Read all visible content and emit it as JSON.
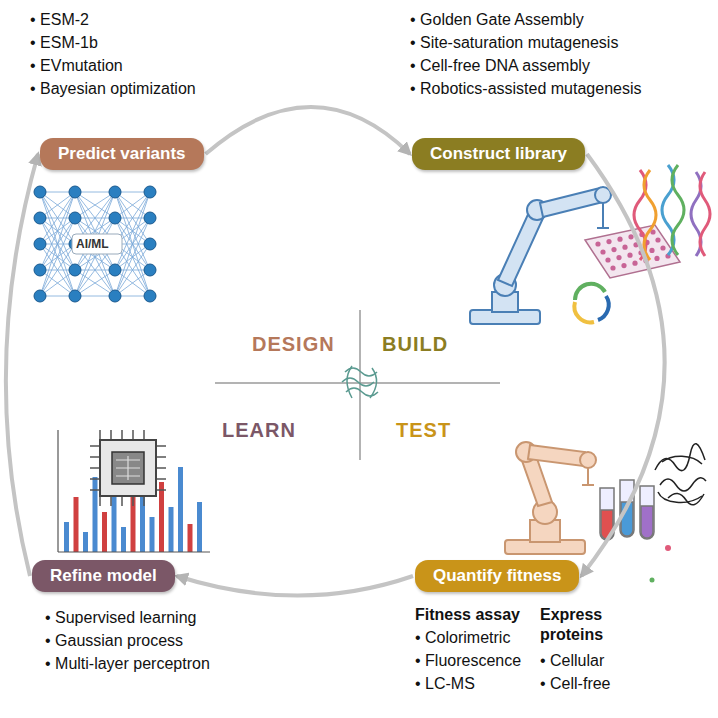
{
  "diagram": {
    "nodes": [
      {
        "text": [
          "Predict variants"
        ]
      },
      {
        "text": [
          "Construct library"
        ]
      },
      {
        "text": [
          "Quantify fitness"
        ]
      },
      {
        "text": [
          "Refine model"
        ]
      }
    ],
    "edges": [
      {
        "from": 0,
        "to": 1,
        "arrow": "to"
      },
      {
        "from": 1,
        "to": 2,
        "arrow": "to"
      },
      {
        "from": 2,
        "to": 3,
        "arrow": "to"
      },
      {
        "from": 3,
        "to": 0,
        "arrow": "to"
      }
    ],
    "labels": [
      "• ESM-2",
      "• ESM-1b",
      "• EVmutation",
      "• Bayesian optimization",
      "• Golden Gate Assembly",
      "• Site-saturation mutagenesis",
      "• Cell-free DNA assembly",
      "• Robotics-assisted mutagenesis",
      "AI/ML",
      "DESIGN",
      "BUILD",
      "LEARN",
      "TEST",
      "• Supervised learning",
      "• Gaussian process",
      "• Multi-layer perceptron",
      "Fitness assay",
      "• Colorimetric",
      "• Fluorescence",
      "• LC-MS",
      "Express proteins",
      "• Cellular",
      "• Cell-free"
    ]
  }
}
